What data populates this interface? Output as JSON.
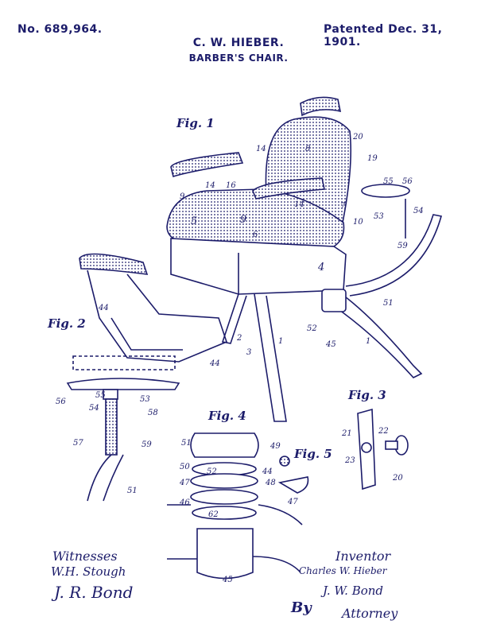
{
  "header": {
    "patent_number": "No. 689,964.",
    "patent_date": "Patented Dec. 31, 1901.",
    "inventor_name": "C. W. HIEBER.",
    "title": "BARBER'S CHAIR."
  },
  "figures": {
    "fig1": {
      "label": "Fig. 1",
      "numerals": [
        "8",
        "14",
        "20",
        "19",
        "9",
        "14",
        "16",
        "7",
        "10",
        "55",
        "56",
        "53",
        "54",
        "5",
        "9",
        "14",
        "6",
        "59",
        "4",
        "44",
        "2",
        "3",
        "1",
        "1",
        "51",
        "52",
        "45",
        "44"
      ]
    },
    "fig2": {
      "label": "Fig. 2",
      "numerals": [
        "56",
        "55",
        "53",
        "54",
        "58",
        "57",
        "59",
        "51"
      ]
    },
    "fig3": {
      "label": "Fig. 3",
      "numerals": [
        "21",
        "22",
        "23",
        "20"
      ]
    },
    "fig4": {
      "label": "Fig. 4",
      "numerals": [
        "51",
        "52",
        "50",
        "47",
        "46",
        "62",
        "44",
        "45"
      ]
    },
    "fig5": {
      "label": "Fig. 5",
      "numerals": [
        "49",
        "48",
        "47"
      ]
    }
  },
  "signatures": {
    "witnesses_label": "Witnesses",
    "witness_1": "W.H. Stough",
    "witness_2": "J. R. Bond",
    "inventor_label": "Inventor",
    "inventor_signature": "Charles W. Hieber",
    "by_label": "By",
    "attorney_signature": "J. W. Bond",
    "attorney_label": "Attorney"
  },
  "colors": {
    "ink": "#1c1c6a",
    "paper": "#ffffff"
  }
}
